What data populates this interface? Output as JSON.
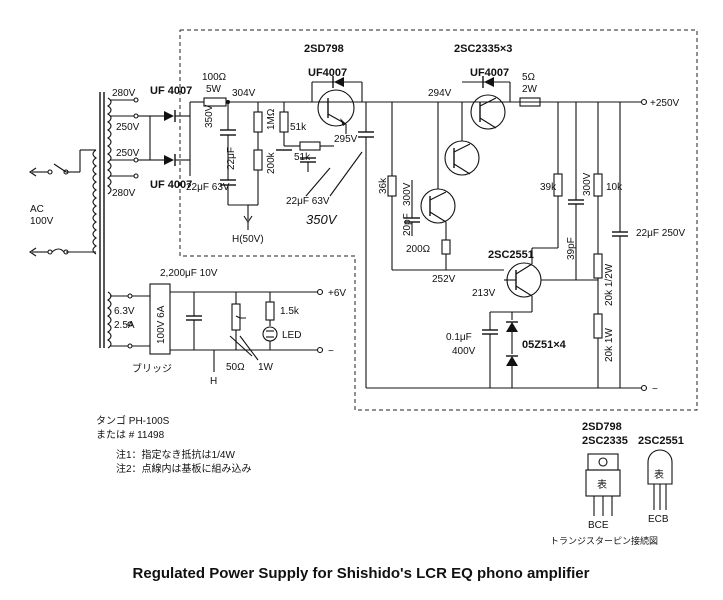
{
  "title": "Regulated Power Supply for Shishido's LCR EQ phono amplifier",
  "transformer": {
    "ac_in": "AC",
    "ac_volts": "100V",
    "taps_top": [
      "280V",
      "250V",
      "250V",
      "280V"
    ],
    "low_tap_v": "6.3V",
    "low_tap_a": "2.5A",
    "part": "タンゴ PH-100S",
    "alt_part": "または # 11498"
  },
  "notes": [
    "注1：指定なき抵抗は1/4W",
    "注2：点線内は基板に組み込み"
  ],
  "hv_section": {
    "diode_1": "UF 4007",
    "diode_2": "UF 4007",
    "r_input": "100Ω",
    "r_input_power": "5W",
    "v_after_r": "304V",
    "v_350": "350V",
    "c_22uf_label": "22μF",
    "c_22uf_63": "22μF 63V",
    "r_1m": "1MΩ",
    "r_200k": "200k",
    "r_51k_a": "51k",
    "r_51k_b": "51k",
    "cap_pair": "22μF 63V",
    "v_295": "295V",
    "h_tap": "H(50V)",
    "handwritten": "350V",
    "q_pre": "2SD798",
    "q_pre_diode": "UF4007",
    "q_main": "2SC2335×3",
    "q_main_diode": "UF4007",
    "v_294": "294V",
    "r_5ohm": "5Ω",
    "r_5ohm_power": "2W",
    "out_label": "+250V",
    "r_36k": "36k",
    "c_20pf": "20pF",
    "c_300v_a": "300V",
    "r_200ohm": "200Ω",
    "v_252": "252V",
    "r_39k": "39k",
    "c_39pf": "39pF",
    "c_300v_b": "300V",
    "r_10k": "10k",
    "c_out": "22μF 250V",
    "q_err": "2SC2551",
    "v_213": "213V",
    "r_20k_half": "20k 1/2W",
    "r_20k_1w": "20k 1W",
    "c_01uf": "0.1μF",
    "c_01uf_v": "400V",
    "zener": "05Z51×4",
    "out_minus": "−"
  },
  "lv_section": {
    "c_2200": "2,200μF 10V",
    "bridge": "100V 6A",
    "bridge_label": "ブリッジ",
    "r_15k": "1.5k",
    "led": "LED",
    "pot": "50Ω",
    "pot_power": "1W",
    "out_plus": "+6V",
    "out_minus": "−",
    "h_tap": "H"
  },
  "pinout": {
    "left_title_1": "2SD798",
    "left_title_2": "2SC2335",
    "right_title": "2SC2551",
    "face": "表",
    "left_pins": "BCE",
    "right_pins": "ECB",
    "caption": "トランジスターピン接続図"
  }
}
